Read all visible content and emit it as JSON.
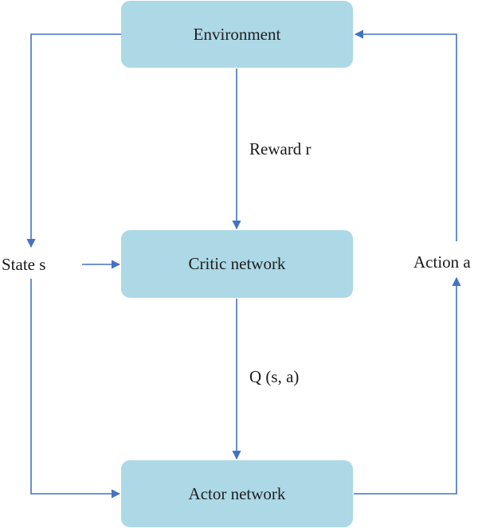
{
  "nodes": {
    "environment": "Environment",
    "critic": "Critic network",
    "actor": "Actor network"
  },
  "edge_labels": {
    "reward": "Reward r",
    "q_value": "Q (s, a)",
    "state": "State s",
    "action": "Action a"
  },
  "colors": {
    "node_fill": "#add8e6",
    "arrow": "#4472c4",
    "text": "#1a1a1a",
    "background": "#ffffff"
  }
}
